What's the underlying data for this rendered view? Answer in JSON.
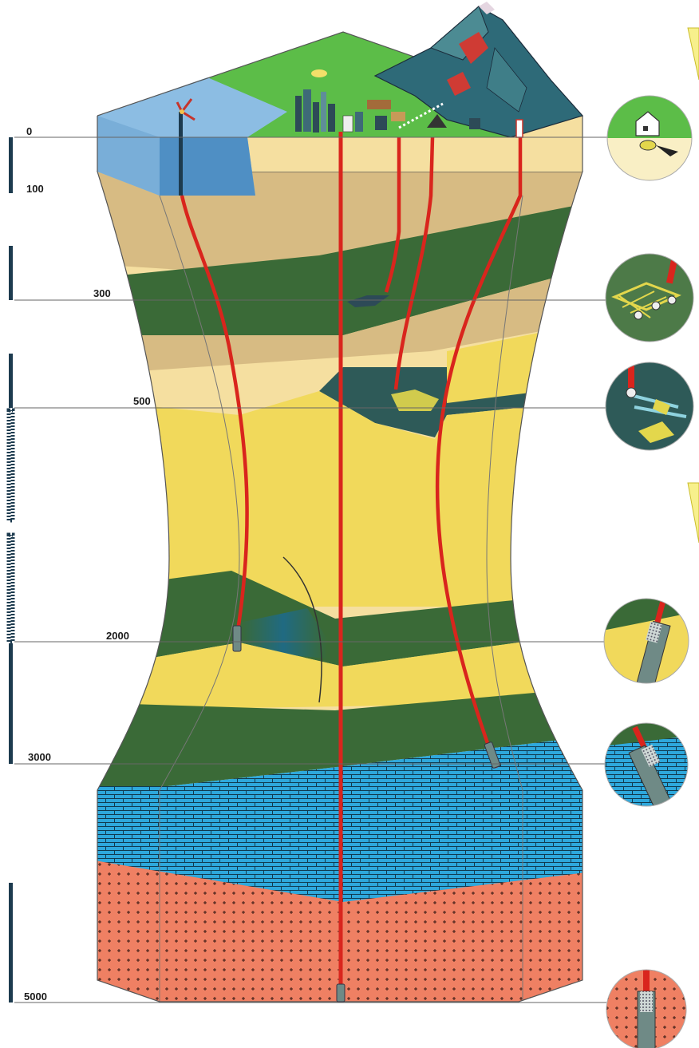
{
  "depth_labels": [
    "0",
    "100",
    "300",
    "500",
    "2000",
    "3000",
    "5000"
  ],
  "colors": {
    "sea": "#4f8fc4",
    "sea_light": "#8cbde3",
    "grass": "#5cbd48",
    "sand": "#f5dfa0",
    "tan": "#d7bb83",
    "dark_green": "#3a6a37",
    "yellow": "#f1d95b",
    "teal": "#2e5a58",
    "limestone": "#2ea8dc",
    "granite": "#ef8063",
    "pipe": "#d9251d",
    "outline": "#555555",
    "guide_line": "#666666",
    "bar": "#1d3b4f"
  },
  "icons": [
    "house-heat-pump-icon",
    "shallow-collector-icon",
    "mine-gallery-icon",
    "deep-aquifer-probe-icon",
    "limestone-reservoir-probe-icon",
    "granite-probe-icon"
  ]
}
